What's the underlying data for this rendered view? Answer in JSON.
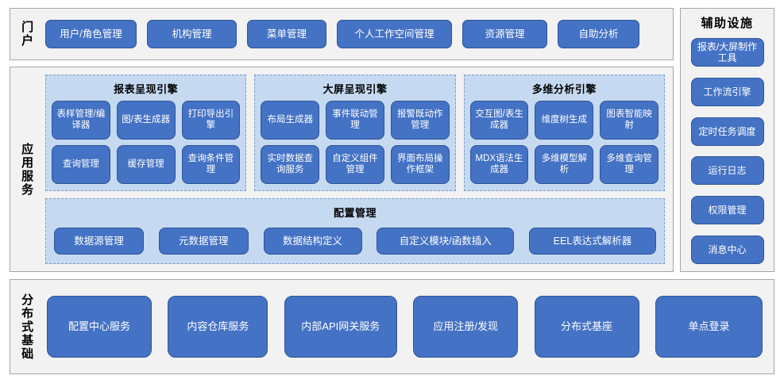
{
  "portal": {
    "title": "门户",
    "items": [
      "用户/角色管理",
      "机构管理",
      "菜单管理",
      "个人工作空间管理",
      "资源管理",
      "自助分析"
    ]
  },
  "app_services": {
    "title": "应用服务",
    "engines": [
      {
        "title": "报表呈现引擎",
        "items": [
          "表样管理/编译器",
          "图/表生成器",
          "打印导出引擎",
          "查询管理",
          "缓存管理",
          "查询条件管理"
        ]
      },
      {
        "title": "大屏呈现引擎",
        "items": [
          "布局生成器",
          "事件联动管理",
          "报警既动作管理",
          "实时数据查询服务",
          "自定义组件管理",
          "界面布局操作框架"
        ]
      },
      {
        "title": "多维分析引擎",
        "items": [
          "交互图/表生成器",
          "维度树生成",
          "图表智能映射",
          "MDX语法生成器",
          "多维模型解析",
          "多维查询管理"
        ]
      }
    ],
    "config": {
      "title": "配置管理",
      "items": [
        "数据源管理",
        "元数据管理",
        "数据结构定义",
        "自定义模块/函数插入",
        "EEL表达式解析器"
      ]
    }
  },
  "aux": {
    "title": "辅助设施",
    "items": [
      "报表/大屏制作工具",
      "工作流引擎",
      "定时任务调度",
      "运行日志",
      "权限管理",
      "消息中心"
    ]
  },
  "distributed": {
    "title": "分布式基础",
    "items": [
      "配置中心服务",
      "内容仓库服务",
      "内部API网关服务",
      "应用注册/发现",
      "分布式基座",
      "单点登录"
    ]
  },
  "colors": {
    "button_fill": "#4472c4",
    "button_border": "#2f5597",
    "panel_fill": "#c5d9f1",
    "band_fill": "#f2f2f2",
    "band_border": "#a6a6a6"
  }
}
